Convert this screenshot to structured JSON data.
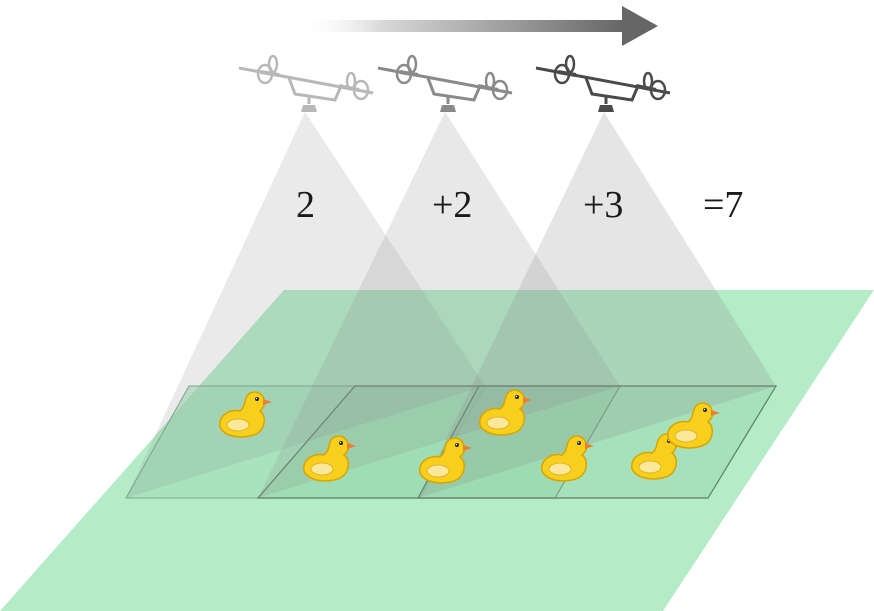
{
  "colors": {
    "ground": "#b3ecc7",
    "ground_dark": "#8fd6a8",
    "beam": "#8a8a8a",
    "drone_light": "#b8b8b8",
    "drone_mid": "#8a8a8a",
    "drone_dark": "#4a4a4a",
    "duck_body": "#f7cf1c",
    "duck_outline": "#d9a400",
    "duck_beak": "#ef7d2a",
    "arrow": "#6b6b6b"
  },
  "labels": {
    "count_1": "2",
    "count_2": "+2",
    "count_3": "+3",
    "total": "=7"
  },
  "icons": {
    "drone": "drone-icon",
    "duck": "duck-icon",
    "motion": "arrow-right-icon"
  },
  "counts": {
    "frame_1": 2,
    "frame_2": 2,
    "frame_3": 3,
    "total": 7
  }
}
